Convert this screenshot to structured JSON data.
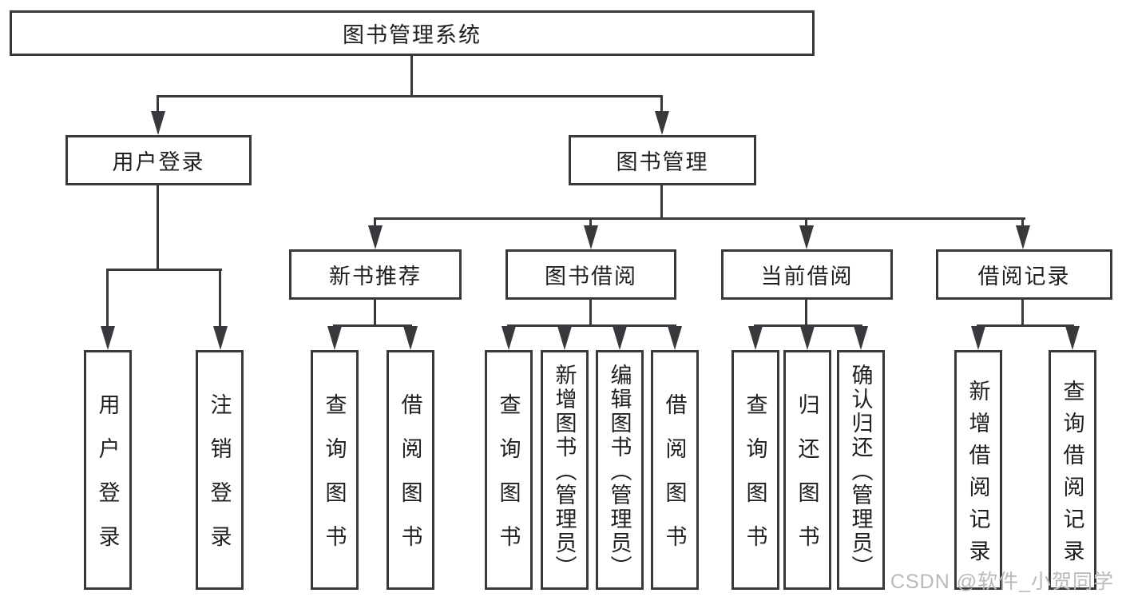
{
  "diagram": {
    "root_label": "图书管理系统",
    "level2": {
      "user_login": "用户登录",
      "book_management": "图书管理"
    },
    "level3": {
      "new_book_recommend": "新书推荐",
      "book_borrowing": "图书借阅",
      "current_borrowing": "当前借阅",
      "borrow_records": "借阅记录"
    },
    "level4": {
      "user_login_children": [
        "用户登录",
        "注销登录"
      ],
      "new_book_children": [
        "查询图书",
        "借阅图书"
      ],
      "borrowing_children": [
        "查询图书",
        "新增图书（管理员）",
        "编辑图书（管理员）",
        "借阅图书"
      ],
      "current_children": [
        "查询图书",
        "归还图书",
        "确认归还（管理员）"
      ],
      "records_children": [
        "新增借阅记录",
        "查询借阅记录"
      ]
    }
  },
  "watermark": {
    "text": "CSDN @软件_小贺同学"
  },
  "colors": {
    "line": "#39393d",
    "text": "#1f1f1f",
    "background": "#ffffff",
    "watermark_text": "#b9b9b9"
  }
}
